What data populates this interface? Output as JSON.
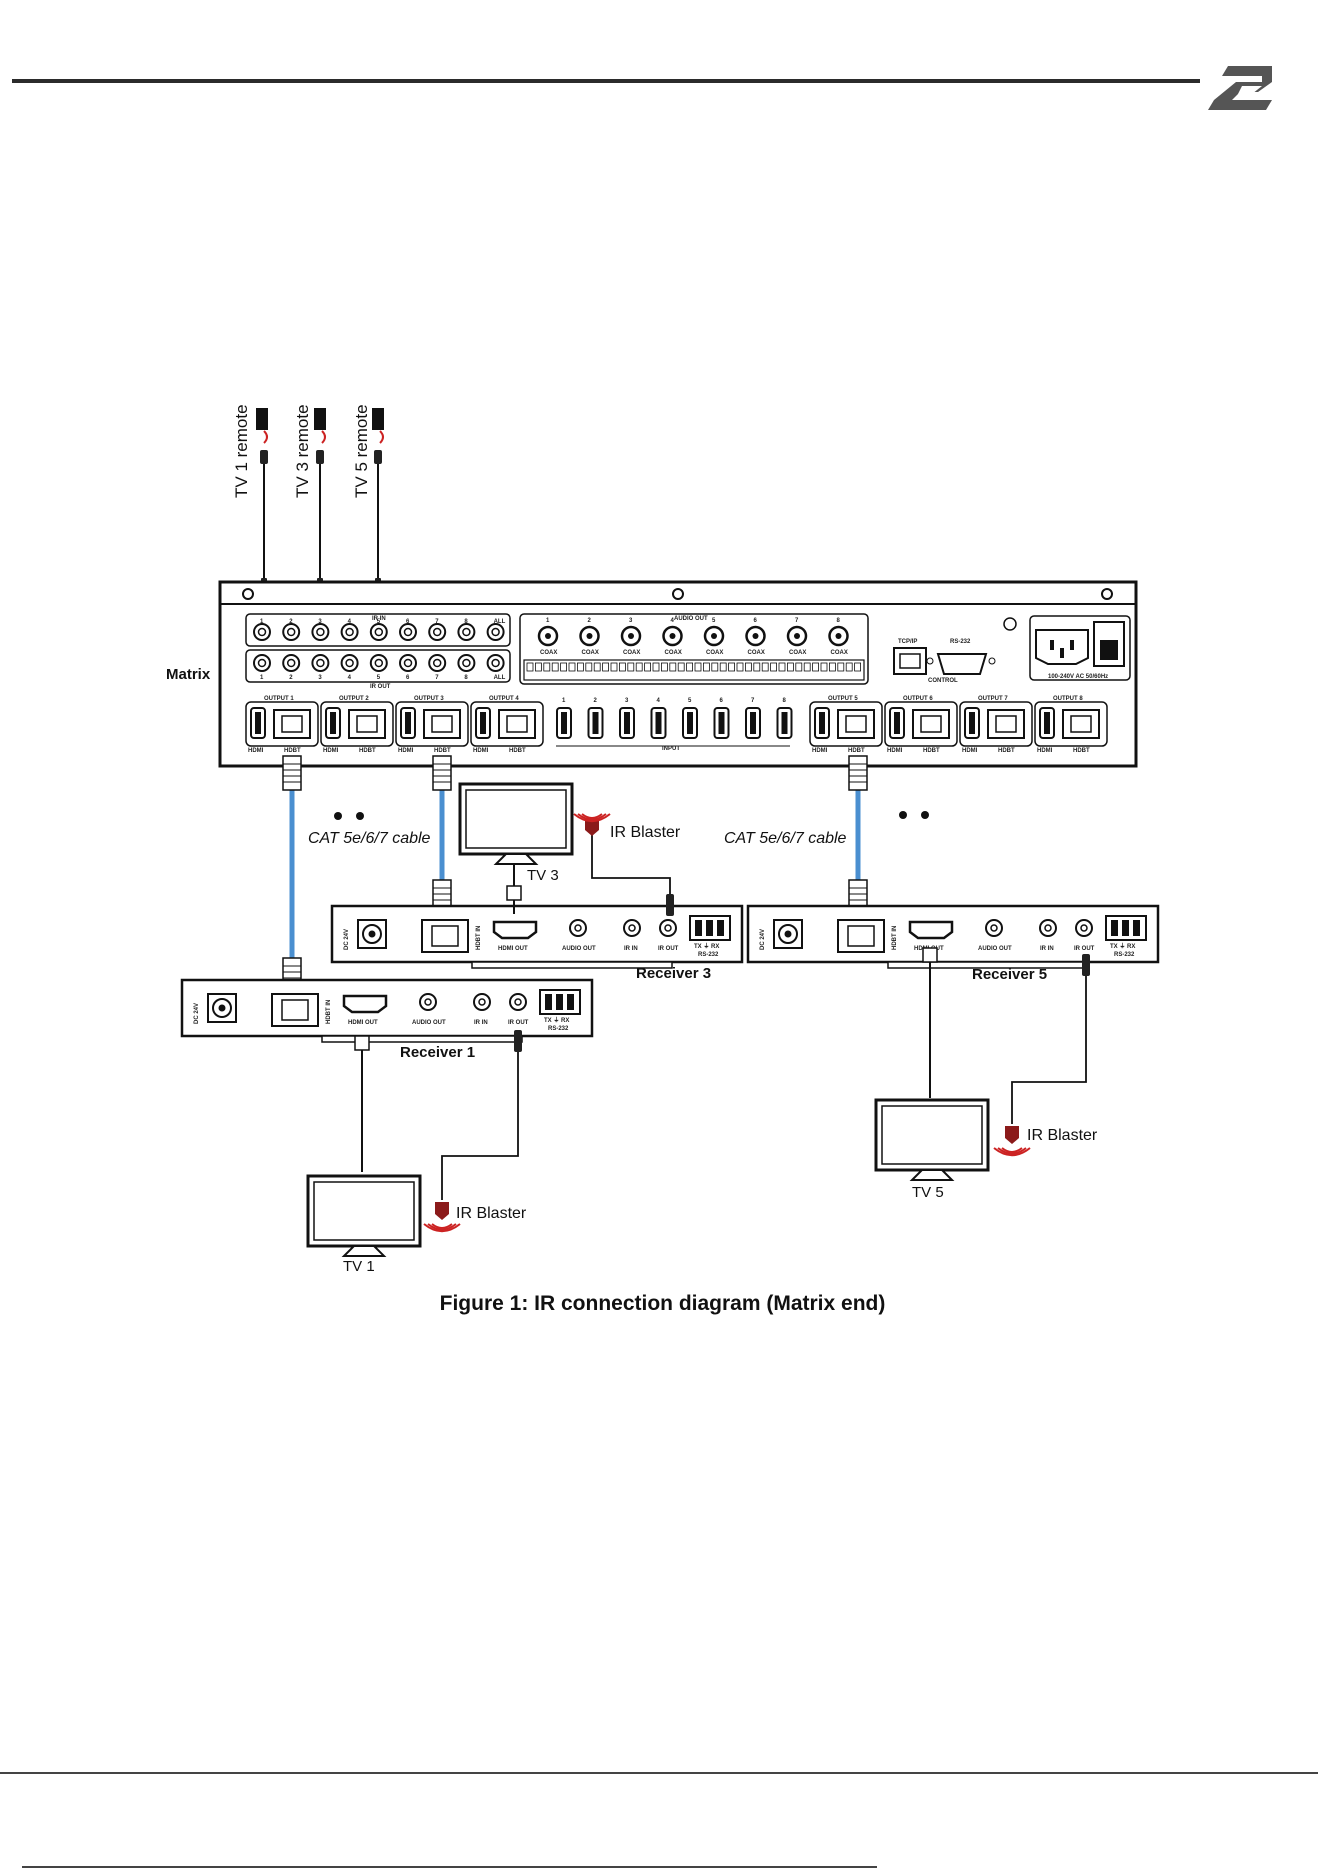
{
  "remotes": [
    "TV 1 remote",
    "TV 3 remote",
    "TV 5 remote"
  ],
  "matrix": {
    "label": "Matrix",
    "ir_in_label": "IR IN",
    "ir_out_label": "IR OUT",
    "audio_out_label": "AUDIO OUT",
    "all_label": "ALL",
    "coax_label": "COAX",
    "tcpip_label": "TCP/IP",
    "rs232_label": "RS-232",
    "control_label": "CONTROL",
    "power_label": "100-240V AC 50/60Hz",
    "input_label": "INPUT",
    "hdmi_label": "HDMI",
    "hdbt_label": "HDBT",
    "outputs": [
      "OUTPUT 1",
      "OUTPUT 2",
      "OUTPUT 3",
      "OUTPUT 4",
      "OUTPUT 5",
      "OUTPUT 6",
      "OUTPUT 7",
      "OUTPUT 8"
    ]
  },
  "cable_label": "CAT 5e/6/7 cable",
  "ir_blaster_label": "IR Blaster",
  "receiver_ports": {
    "dc": "DC 24V",
    "hdbt_in": "HDBT IN",
    "hdmi_out": "HDMI OUT",
    "audio_out": "AUDIO OUT",
    "ir_in": "IR IN",
    "ir_out": "IR OUT",
    "tx_rx": "TX ⏚ RX",
    "rs232": "RS-232"
  },
  "receivers": [
    "Receiver 1",
    "Receiver 3",
    "Receiver 5"
  ],
  "tvs": [
    "TV 1",
    "TV 3",
    "TV 5"
  ],
  "caption": "Figure 1: IR connection diagram (Matrix end)",
  "colors": {
    "cable": "#4a8fd0",
    "blaster": "#8b1a1a",
    "signal": "#cc2222",
    "device": "#111111"
  }
}
